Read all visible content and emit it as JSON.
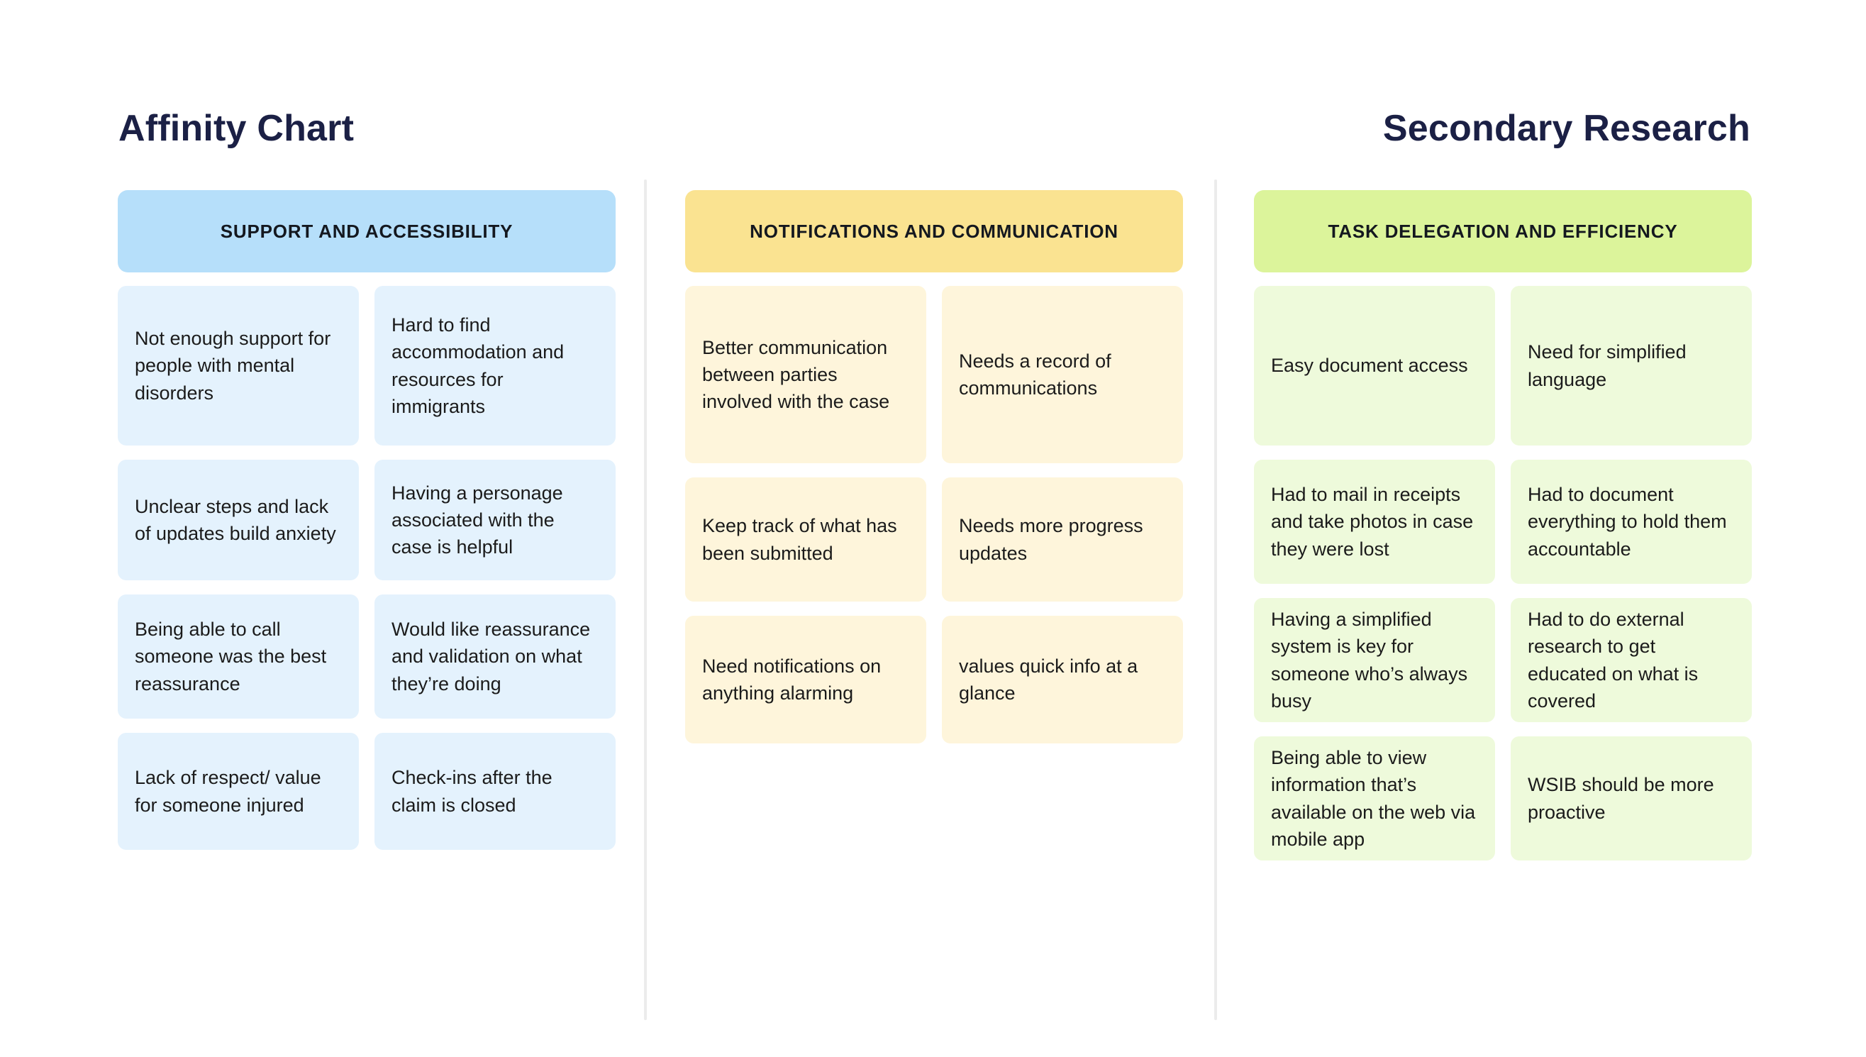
{
  "titles": {
    "left": "Affinity Chart",
    "right": "Secondary Research"
  },
  "colors": {
    "title_text": "#1b2045",
    "divider": "#ececec",
    "background": "#ffffff",
    "support_header": "#b6dffa",
    "support_card": "#e4f2fd",
    "notifications_header": "#fae391",
    "notifications_card": "#fef5db",
    "task_header": "#dcf49b",
    "task_card": "#eefadb",
    "card_text": "#1b1b1b",
    "header_text": "#14181f"
  },
  "groups": [
    {
      "id": "support-and-accessibility",
      "header": "SUPPORT AND ACCESSIBILITY",
      "cards": [
        "Not enough support for people with mental disorders",
        "Hard to find accommodation and resources for immigrants",
        "Unclear steps and lack of updates build anxiety",
        "Having a personage associated with the case is helpful",
        "Being able to call someone was the best reassurance",
        "Would like reassurance and validation on what they’re doing",
        "Lack of respect/ value for someone injured",
        "Check-ins after the claim is closed"
      ]
    },
    {
      "id": "notifications-and-communication",
      "header": "NOTIFICATIONS AND COMMUNICATION",
      "cards": [
        "Better communication between parties involved with the case",
        "Needs a record of communications",
        "Keep track of what has been submitted",
        "Needs more progress updates",
        "Need notifications on anything alarming",
        "values quick info at a glance"
      ]
    },
    {
      "id": "task-delegation-and-efficiency",
      "header": "TASK DELEGATION AND EFFICIENCY",
      "cards": [
        "Easy document access",
        "Need for simplified language",
        "Had to mail in receipts and take photos in case they were lost",
        "Had to document everything to hold them accountable",
        "Having a simplified system is key for someone who’s always busy",
        "Had to do external research to get educated on what is covered",
        "Being able to view information that’s available on the web via mobile app",
        "WSIB should be more proactive"
      ]
    }
  ]
}
